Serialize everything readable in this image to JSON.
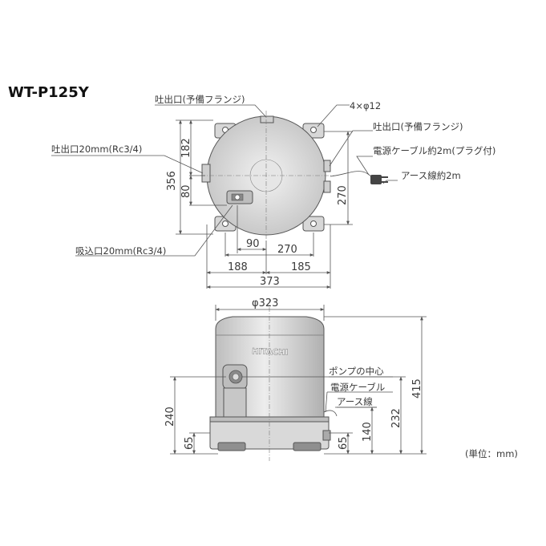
{
  "model": "WT-P125Y",
  "brand": "HITACHI",
  "unit_note": "(単位：mm)",
  "top_view": {
    "labels": {
      "discharge_spare_flange_top": "吐出口(予備フランジ)",
      "bolt_holes": "4×φ12",
      "discharge_spare_flange_right": "吐出口(予備フランジ)",
      "power_cable": "電源ケーブル約2m(プラグ付)",
      "earth_wire": "アース線約2m",
      "discharge_port": "吐出口20mm(Rc3/4)",
      "suction_port": "吸込口20mm(Rc3/4)"
    },
    "dims": {
      "d182": "182",
      "d356": "356",
      "d80": "80",
      "d270_v": "270",
      "d90": "90",
      "d270_h": "270",
      "d188": "188",
      "d185": "185",
      "d373": "373"
    }
  },
  "side_view": {
    "labels": {
      "pump_center": "ポンプの中心",
      "power_cable": "電源ケーブル",
      "earth_wire": "アース線"
    },
    "dims": {
      "phi323": "φ323",
      "d415": "415",
      "d232": "232",
      "d140": "140",
      "d65_right": "65",
      "d240": "240",
      "d65_left": "65"
    }
  }
}
